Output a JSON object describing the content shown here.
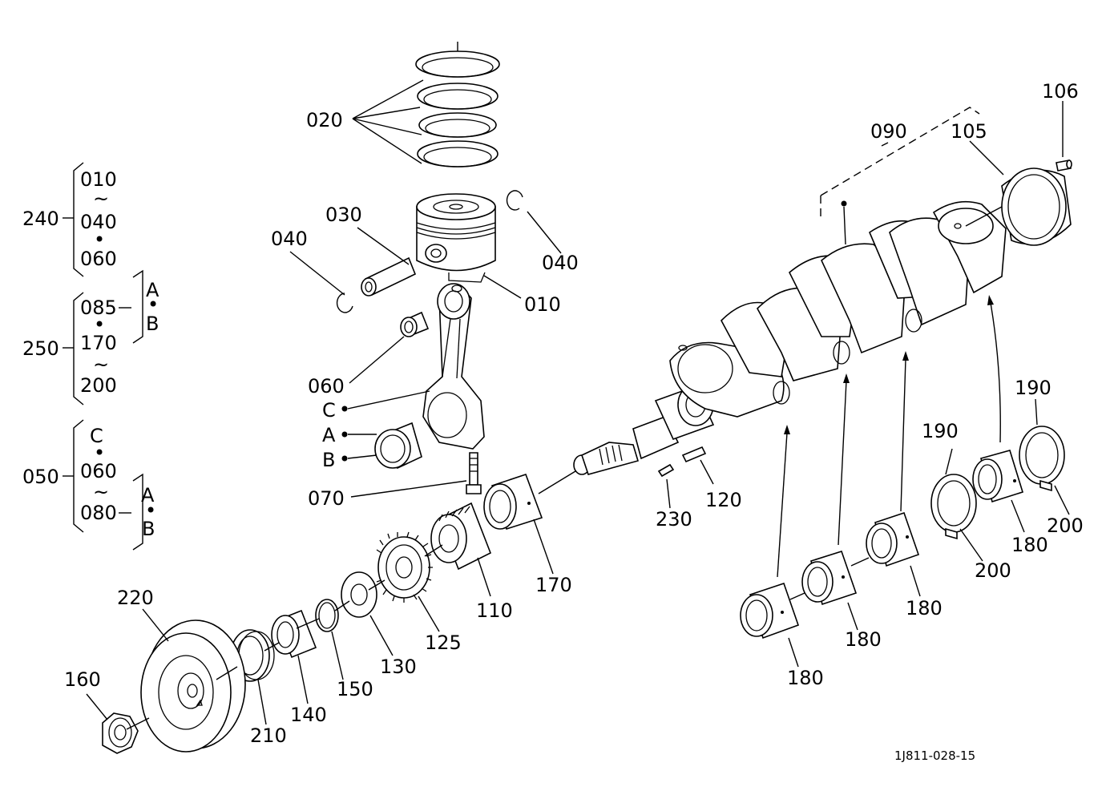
{
  "callouts": {
    "c020": "020",
    "c030": "030",
    "c040a": "040",
    "c040b": "040",
    "c010": "010",
    "c060": "060",
    "c070": "070",
    "c090": "090",
    "c105": "105",
    "c106": "106",
    "c110": "110",
    "c120": "120",
    "c125": "125",
    "c130": "130",
    "c140": "140",
    "c150": "150",
    "c160": "160",
    "c170": "170",
    "c180a": "180",
    "c180b": "180",
    "c180c": "180",
    "c180d": "180",
    "c190a": "190",
    "c190b": "190",
    "c200a": "200",
    "c200b": "200",
    "c210": "210",
    "c220": "220",
    "c230": "230",
    "rodC": "C",
    "rodA": "A",
    "rodB": "B"
  },
  "groups": {
    "g240": {
      "label": "240",
      "items": [
        "010",
        "~",
        "040",
        "•",
        "060"
      ]
    },
    "g250": {
      "label": "250",
      "items": [
        "085",
        "•",
        "170",
        "~",
        "200"
      ],
      "sub": [
        "A",
        "•",
        "B"
      ]
    },
    "g050": {
      "label": "050",
      "items": [
        "C",
        "•",
        "060",
        "~",
        "080"
      ],
      "sub": [
        "A",
        "•",
        "B"
      ]
    }
  },
  "drawing_code": "1J811-028-15"
}
